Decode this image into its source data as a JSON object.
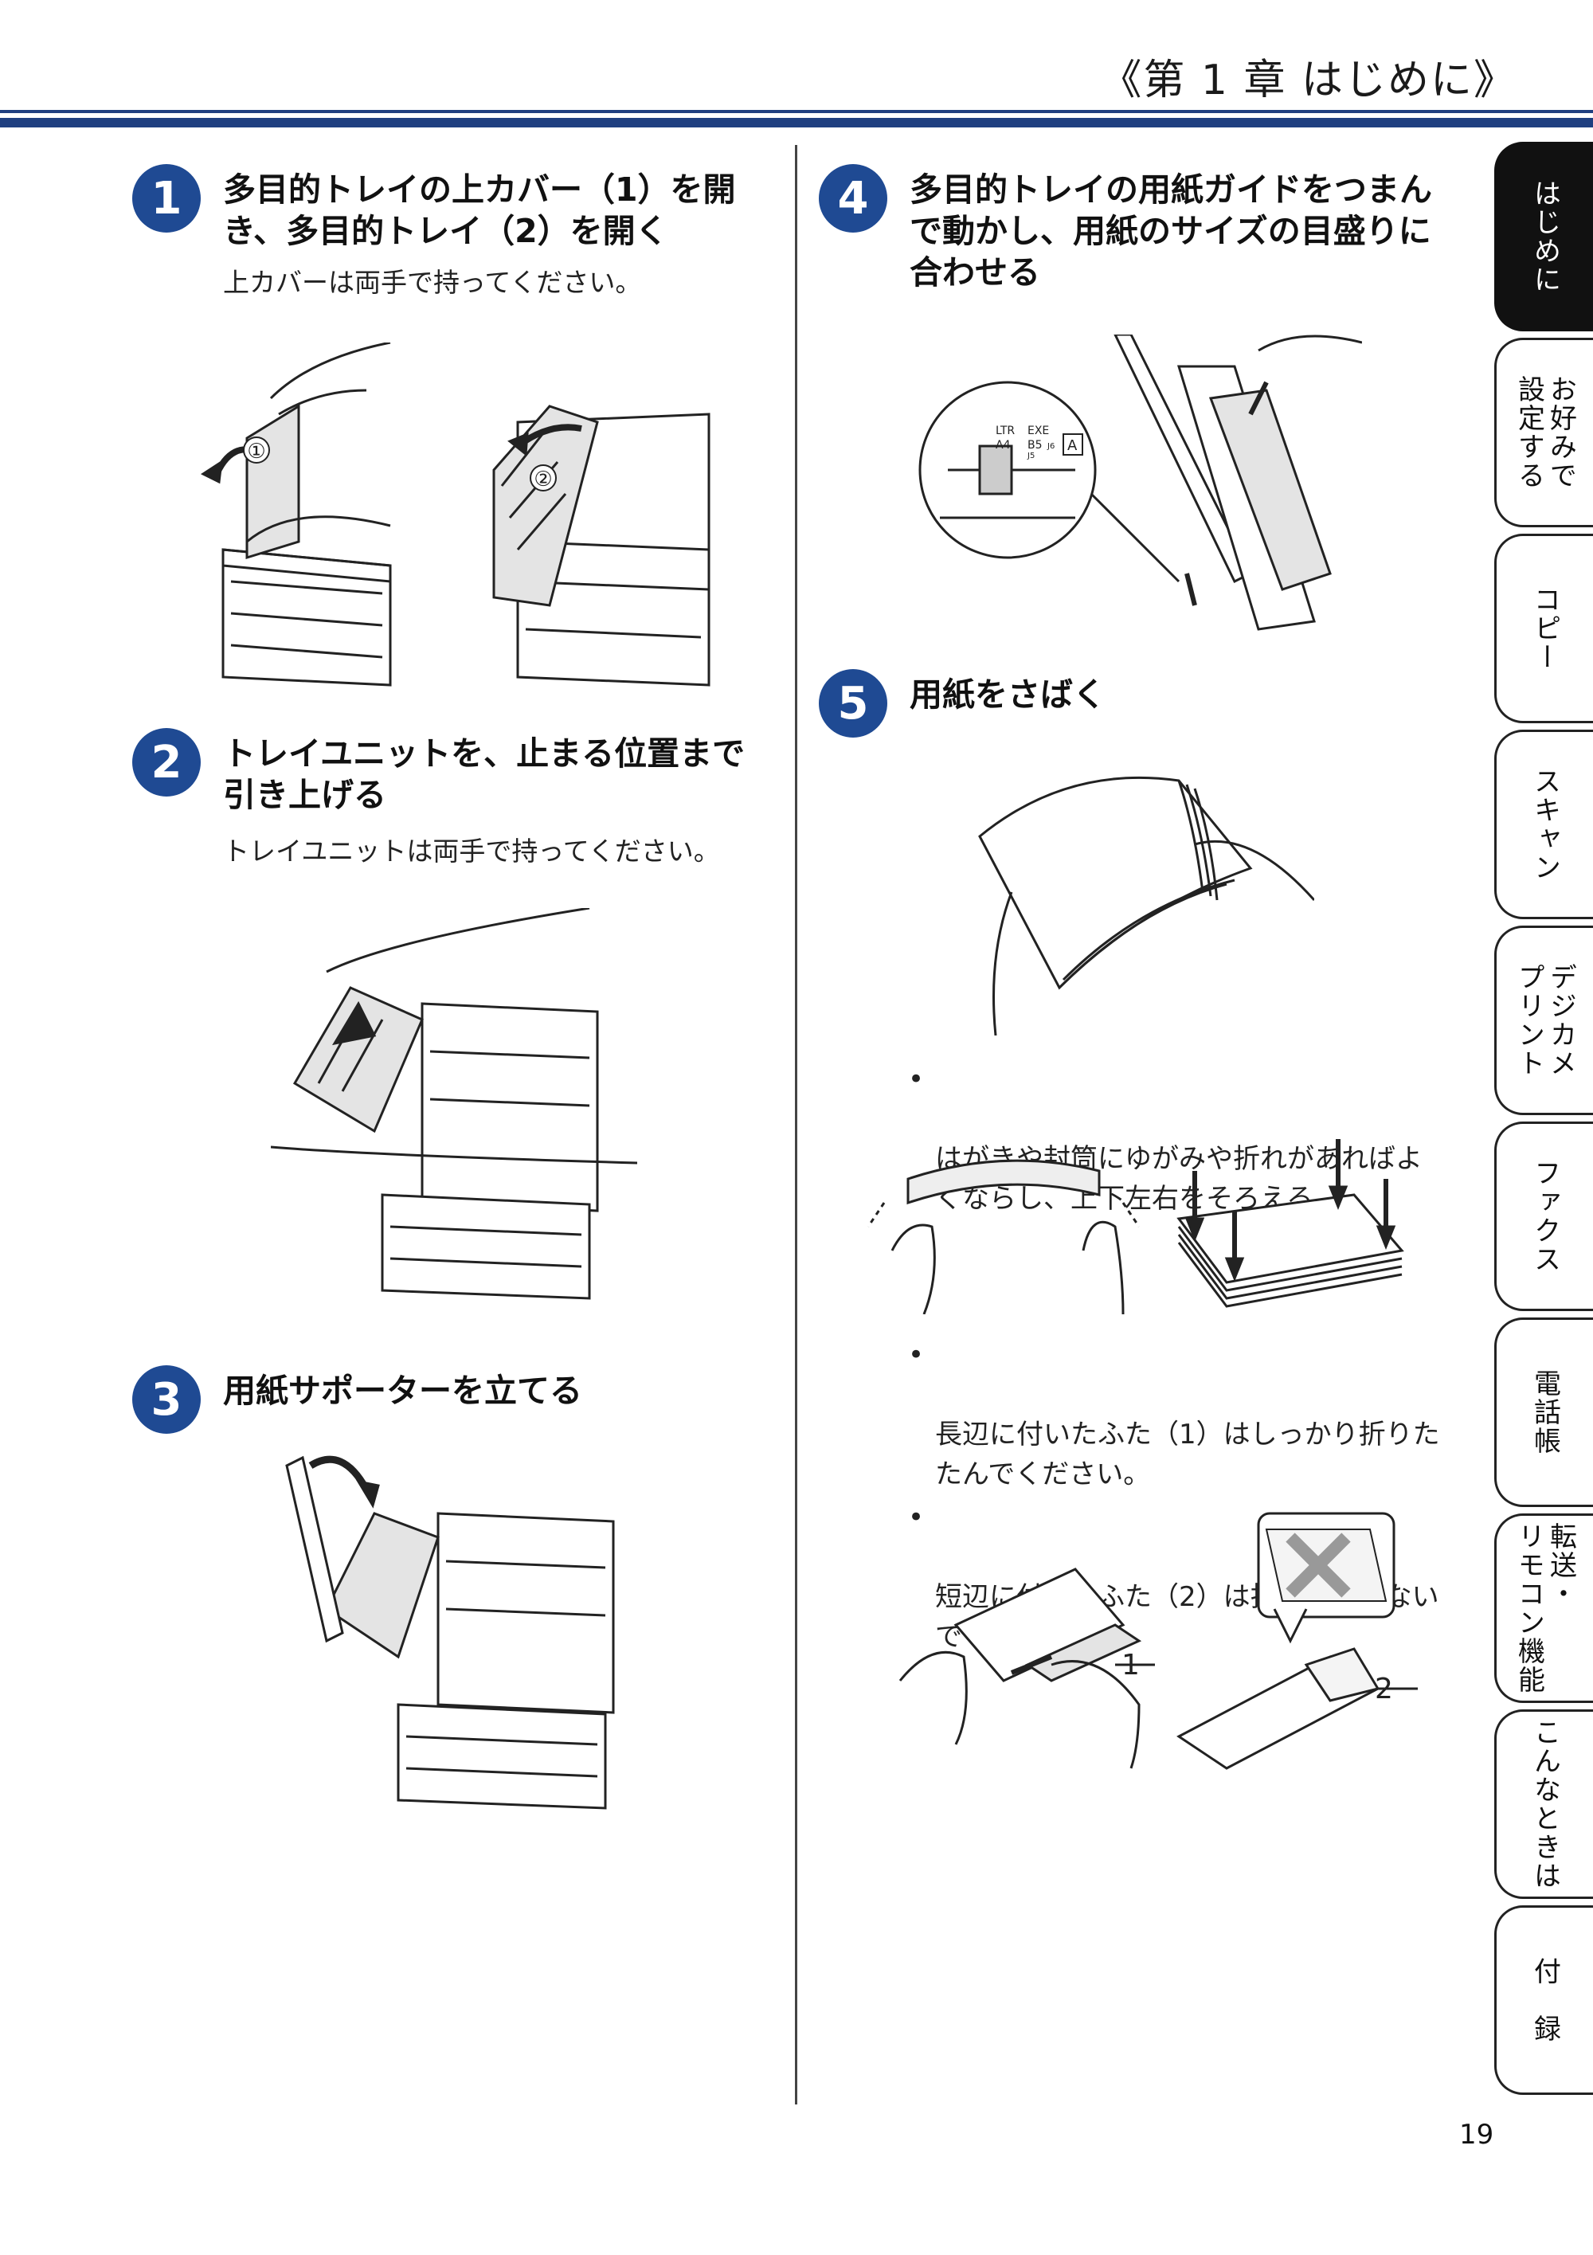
{
  "header": {
    "chapter": "《第 1 章 はじめに》"
  },
  "steps": [
    {
      "num": "1",
      "heading": "多目的トレイの上カバー（1）を開\nき、多目的トレイ（2）を開く",
      "note": "上カバーは両手で持ってください。"
    },
    {
      "num": "2",
      "heading": "トレイユニットを、止まる位置まで\n引き上げる",
      "note": "トレイユニットは両手で持ってください。"
    },
    {
      "num": "3",
      "heading": "用紙サポーターを立てる"
    },
    {
      "num": "4",
      "heading": "多目的トレイの用紙ガイドをつまん\nで動かし、用紙のサイズの目盛りに\n合わせる"
    },
    {
      "num": "5",
      "heading": "用紙をさばく"
    }
  ],
  "illustrations": {
    "step1_callout_a": "①",
    "step1_callout_b": "②",
    "guide_labels": [
      "LTR",
      "A4",
      "EXE",
      "B5",
      "J5",
      "J6",
      "A"
    ],
    "envelope_callout_1": "1",
    "envelope_callout_2": "2"
  },
  "bullets": [
    "はがきや封筒にゆがみや折れがあればよ\nくならし、上下左右をそろえる",
    "長辺に付いたふた（1）はしっかり折りた\nたんでください。",
    "短辺に付いたふた（2）は折りたたまない\nでください。"
  ],
  "bullet_glyph": "•",
  "tabs": [
    {
      "label": "はじめに",
      "active": true
    },
    {
      "label": "お好みで\n設定する"
    },
    {
      "label": "コピー"
    },
    {
      "label": "スキャン"
    },
    {
      "label": "デジカメ\nプリント"
    },
    {
      "label": "ファクス"
    },
    {
      "label": "電話帳"
    },
    {
      "label": "転送・\nリモコン機能"
    },
    {
      "label": "こんなときは"
    },
    {
      "label": "付　録"
    }
  ],
  "page_number": "19",
  "colors": {
    "accent": "#1f4a93",
    "rule": "#1f3f80",
    "tab_active": "#111111"
  }
}
